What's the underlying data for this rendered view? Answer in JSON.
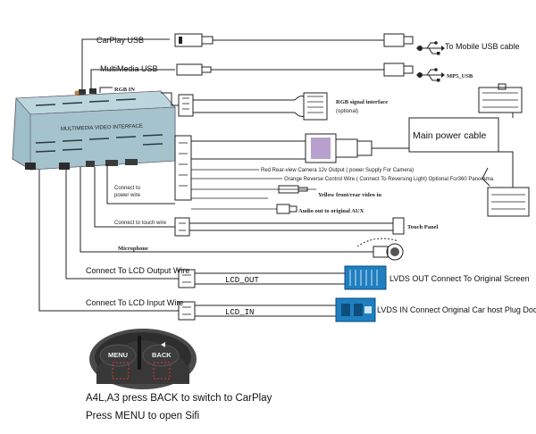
{
  "connections": {
    "carplay_usb": "CarPlay USB",
    "multimedia_usb": "MultiMedia USB",
    "rgb_in": "RGB IN",
    "to_mobile_usb": "To Mobile USB cable",
    "mp5_usb": "MP5_USB",
    "rgb_signal_interface": "RGB signal interface",
    "rgb_signal_optional": "(optional)",
    "main_power_cable": "Main power cable",
    "rear_camera": "Red Rear-view Camera 12v Output ( power Supply For Camera)",
    "orange_reverse": "Orange Reverse Control Wire ( Connect To Reversing Light) Optional For360 Panorama.",
    "yellow_video": "Yellow front/rear video in",
    "audio_out": "Audio out to original AUX",
    "connect_power_wire_1": "Connect to",
    "connect_power_wire_2": "power wire",
    "touch_wire": "Connect to touch wire",
    "touch_panel": "Touch Panel",
    "microphone": "Microphone",
    "lcd_output_wire": "Connect To LCD Output Wire",
    "lcd_out": "LCD_OUT",
    "lvds_out": "LVDS OUT Connect To Original Screen",
    "lcd_input_wire": "Connect To LCD Input Wire",
    "lcd_in": "LCD_IN",
    "lvds_in": "LVDS IN Connect Original Car host  Plug Docking"
  },
  "module": {
    "label": "MULTIMEDIA VIDEO INTERFACE"
  },
  "buttons": {
    "menu": "MENU",
    "back": "BACK"
  },
  "captions": {
    "line1": "A4L,A3 press BACK to switch to CarPlay",
    "line2": "Press MENU to open Sifi"
  },
  "colors": {
    "module": "#a9c6cf",
    "lvds_blue": "#1f7fc0",
    "wire": "#222222"
  }
}
